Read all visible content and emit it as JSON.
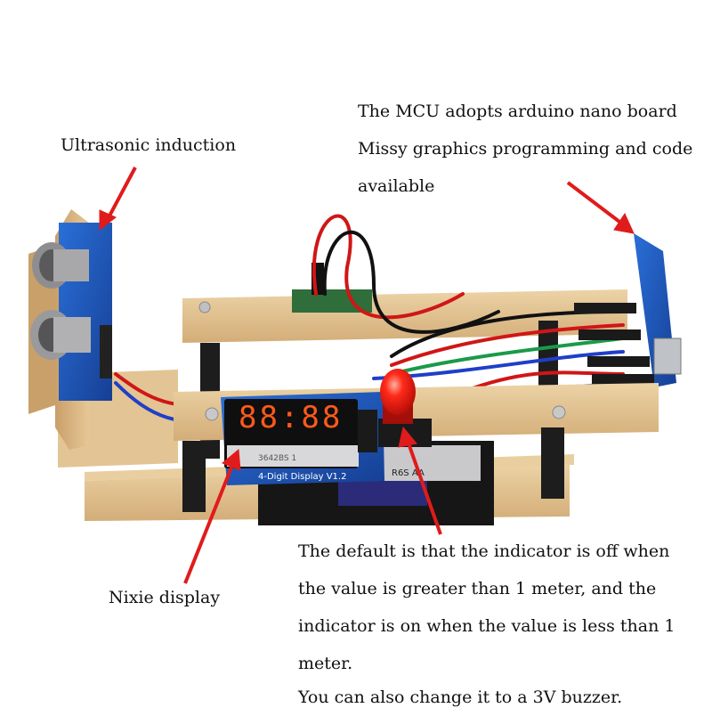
{
  "annotations": {
    "ultrasonic": "Ultrasonic induction",
    "mcu_line1": "The MCU adopts arduino nano board",
    "mcu_line2": "Missy graphics programming and code",
    "mcu_line3": "available",
    "nixie": "Nixie display",
    "indicator_line1": "The default is that the indicator is off when",
    "indicator_line2": "the value is greater than 1 meter, and the",
    "indicator_line3": "indicator is on when the value is less than 1",
    "indicator_line4": "meter.",
    "indicator_line5": "You can also change it to a 3V buzzer."
  },
  "device": {
    "display_module_label": "4-Digit Display  V1.2",
    "display_chip_label": "3642BS  1",
    "display_digits": "88:88",
    "battery_label": "R6S AA"
  },
  "colors": {
    "arrow": "#e01b1b",
    "wood": "#dcb98a",
    "led": "#ff2a1a",
    "display_digits": "#ff5a1a",
    "pcb_blue": "#1d5ac8"
  }
}
